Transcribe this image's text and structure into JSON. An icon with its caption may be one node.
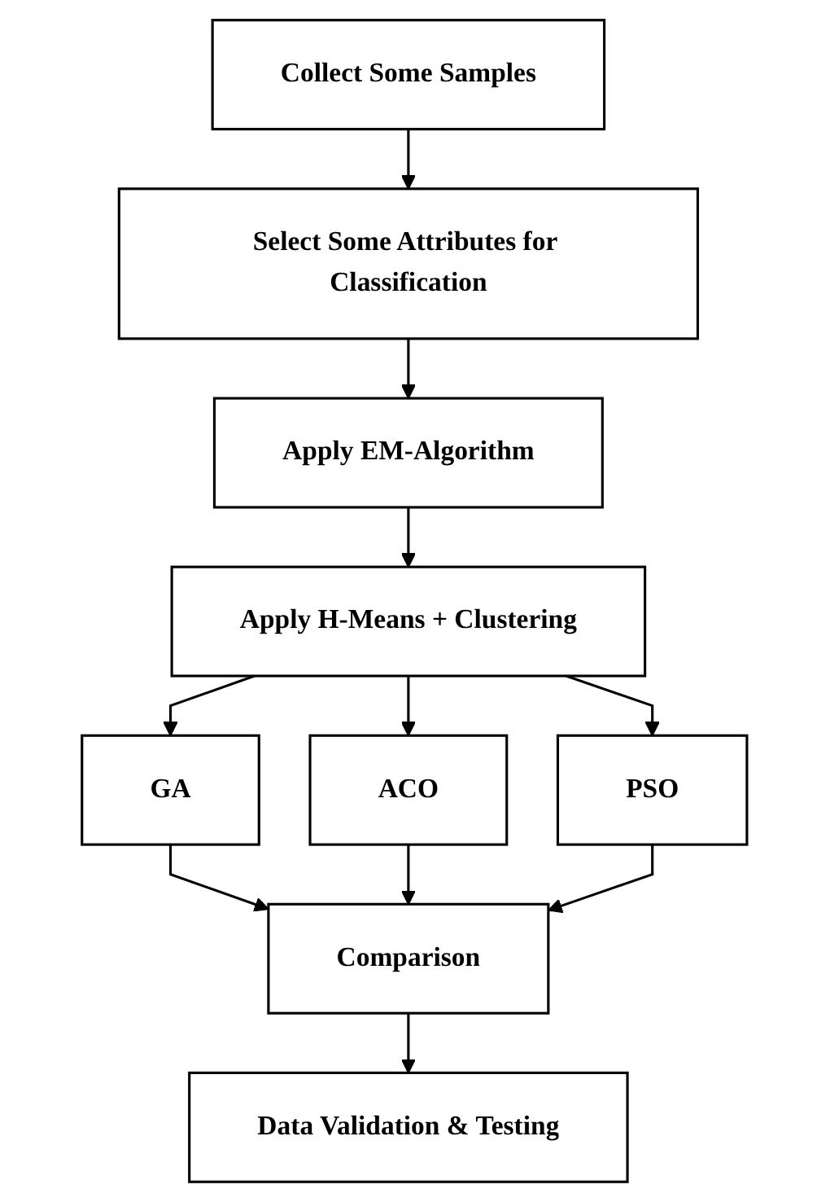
{
  "diagram": {
    "nodes": [
      {
        "text": [
          "Collect Some Samples"
        ]
      },
      {
        "text": [
          "Select Some Attributes for Classification"
        ]
      },
      {
        "text": [
          "Apply EM-Algorithm"
        ]
      },
      {
        "text": [
          "Apply H-Means + Clustering"
        ]
      },
      {
        "text": [
          "GA"
        ]
      },
      {
        "text": [
          "ACO"
        ]
      },
      {
        "text": [
          "PSO"
        ]
      },
      {
        "text": [
          "Comparison"
        ]
      },
      {
        "text": [
          "Data Validation & Testing"
        ]
      }
    ],
    "edges": [
      {
        "from": 0,
        "to": 1,
        "arrow": "to"
      },
      {
        "from": 1,
        "to": 2,
        "arrow": "to"
      },
      {
        "from": 2,
        "to": 3,
        "arrow": "to"
      },
      {
        "from": 3,
        "to": 4,
        "arrow": "to"
      },
      {
        "from": 3,
        "to": 5,
        "arrow": "to"
      },
      {
        "from": 3,
        "to": 6,
        "arrow": "to"
      },
      {
        "from": 4,
        "to": 7,
        "arrow": "to"
      },
      {
        "from": 5,
        "to": 7,
        "arrow": "to"
      },
      {
        "from": 6,
        "to": 7,
        "arrow": "to"
      },
      {
        "from": 7,
        "to": 8,
        "arrow": "to"
      }
    ]
  }
}
